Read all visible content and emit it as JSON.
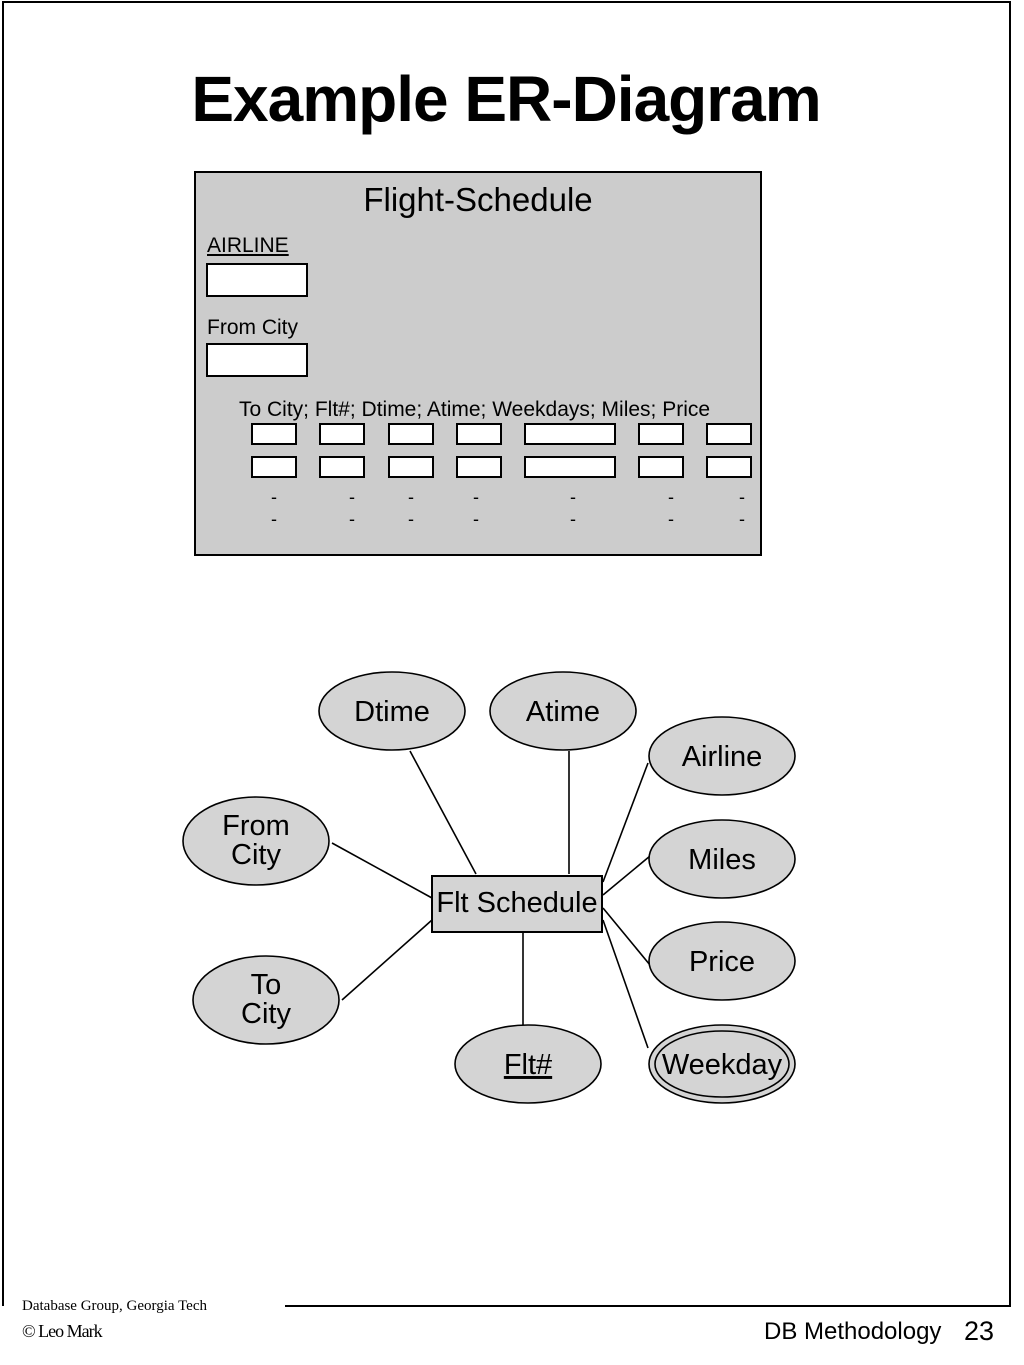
{
  "slide": {
    "title": "Example ER-Diagram"
  },
  "form": {
    "title": "Flight-Schedule",
    "airline_label": "AIRLINE",
    "from_city_label": "From City",
    "columns_label": "To City; Flt#; Dtime; Atime; Weekdays; Miles; Price",
    "row_placeholder": "-"
  },
  "er": {
    "entity": "Flt Schedule",
    "attributes": {
      "dtime": "Dtime",
      "atime": "Atime",
      "airline": "Airline",
      "from_city_line1": "From",
      "from_city_line2": "City",
      "miles": "Miles",
      "price": "Price",
      "to_city_line1": "To",
      "to_city_line2": "City",
      "flt_no": "Flt#",
      "weekday": "Weekday"
    },
    "key_attribute": "Flt#",
    "multivalued_attribute": "Weekday",
    "fill_color": "#d4d4d4"
  },
  "footer": {
    "org": "Database Group, Georgia Tech",
    "author": "© Leo Mark",
    "course": "DB Methodology",
    "page_number": "23"
  }
}
